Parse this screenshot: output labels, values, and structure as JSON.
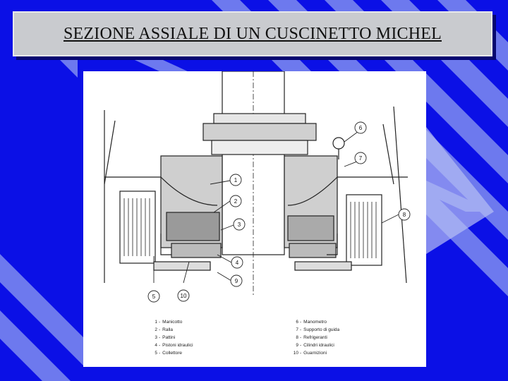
{
  "title": "SEZIONE ASSIALE DI UN CUSCINETTO MICHEL",
  "colors": {
    "background": "#0b10e6",
    "stripe": "#7f8cf0",
    "title_box": "#c9cbcf",
    "shadow": "#050670"
  },
  "callouts": [
    "1",
    "2",
    "3",
    "4",
    "5",
    "6",
    "7",
    "8",
    "9",
    "10"
  ],
  "legend": {
    "left": [
      {
        "num": "1",
        "text": "Manicotto"
      },
      {
        "num": "2",
        "text": "Ralla"
      },
      {
        "num": "3",
        "text": "Pattini"
      },
      {
        "num": "4",
        "text": "Pistoni idraulici"
      },
      {
        "num": "5",
        "text": "Collettore"
      }
    ],
    "right": [
      {
        "num": "6",
        "text": "Manometro"
      },
      {
        "num": "7",
        "text": "Supporto di guida"
      },
      {
        "num": "8",
        "text": "Refrigeranti"
      },
      {
        "num": "9",
        "text": "Cilindri idraulici"
      },
      {
        "num": "10",
        "text": "Guarnizioni"
      }
    ]
  }
}
